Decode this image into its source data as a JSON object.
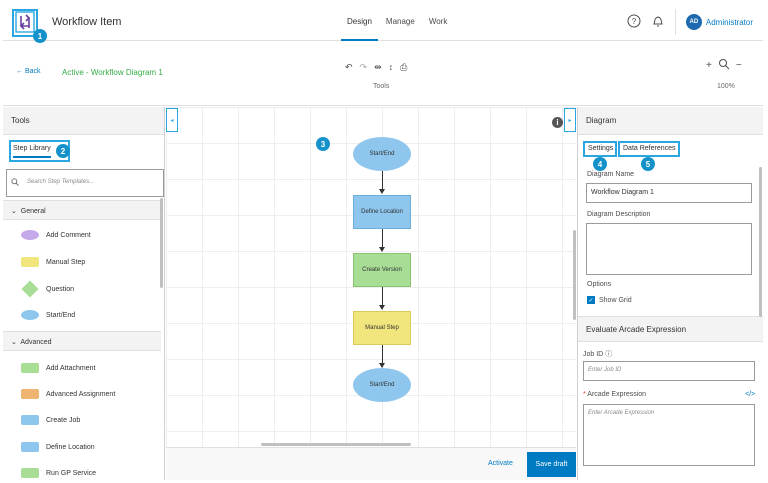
{
  "header": {
    "app_title": "Workflow Item",
    "nav": [
      {
        "label": "Design",
        "active": true
      },
      {
        "label": "Manage",
        "active": false
      },
      {
        "label": "Work",
        "active": false
      }
    ],
    "user_initials": "AD",
    "user_name": "Administrator"
  },
  "toolbar": {
    "back_label": "Back",
    "breadcrumb": "Active - Workflow Diagram 1",
    "tools_label": "Tools",
    "zoom_level": "100%"
  },
  "left_panel": {
    "title": "Tools",
    "tab": "Step Library",
    "search_placeholder": "Search Step Templates...",
    "groups": [
      {
        "name": "General",
        "items": [
          {
            "label": "Add Comment",
            "shape": "oval",
            "color": "#c5a9ea"
          },
          {
            "label": "Manual Step",
            "shape": "rect",
            "color": "#f1e57e"
          },
          {
            "label": "Question",
            "shape": "diamond",
            "color": "#a8dd95"
          },
          {
            "label": "Start/End",
            "shape": "oval",
            "color": "#8ec6ee"
          }
        ]
      },
      {
        "name": "Advanced",
        "items": [
          {
            "label": "Add Attachment",
            "shape": "rect",
            "color": "#a8dd95"
          },
          {
            "label": "Advanced Assignment",
            "shape": "rect",
            "color": "#eeb470"
          },
          {
            "label": "Create Job",
            "shape": "rect",
            "color": "#8ec6ee"
          },
          {
            "label": "Define Location",
            "shape": "rect",
            "color": "#8ec6ee"
          },
          {
            "label": "Run GP Service",
            "shape": "rect",
            "color": "#a8dd95"
          }
        ]
      }
    ]
  },
  "diagram": {
    "nodes": [
      {
        "label": "Start/End",
        "shape": "oval",
        "color": "#8ec6ee"
      },
      {
        "label": "Define Location",
        "shape": "rect",
        "color": "#8ec6ee"
      },
      {
        "label": "Create Version",
        "shape": "rect",
        "color": "#a8dd95"
      },
      {
        "label": "Manual Step",
        "shape": "rect",
        "color": "#f1e57e"
      },
      {
        "label": "Start/End",
        "shape": "oval",
        "color": "#8ec6ee"
      }
    ]
  },
  "actions": {
    "activate": "Activate",
    "save_draft": "Save draft"
  },
  "right_panel": {
    "title": "Diagram",
    "tabs": [
      "Settings",
      "Data References"
    ],
    "diagram_name_label": "Diagram Name",
    "diagram_name_value": "Workflow Diagram 1",
    "diagram_description_label": "Diagram Description",
    "options_label": "Options",
    "show_grid_label": "Show Grid",
    "section_title": "Evaluate Arcade Expression",
    "job_id_label": "Job ID",
    "job_id_placeholder": "Enter Job ID",
    "arcade_label": "Arcade Expression",
    "arcade_placeholder": "Enter Arcade Expression"
  },
  "callouts": [
    "1",
    "2",
    "3",
    "4",
    "5"
  ],
  "icons": {
    "help": "help-icon",
    "notifications": "bell-icon",
    "search": "search-icon",
    "info": "info-icon"
  }
}
